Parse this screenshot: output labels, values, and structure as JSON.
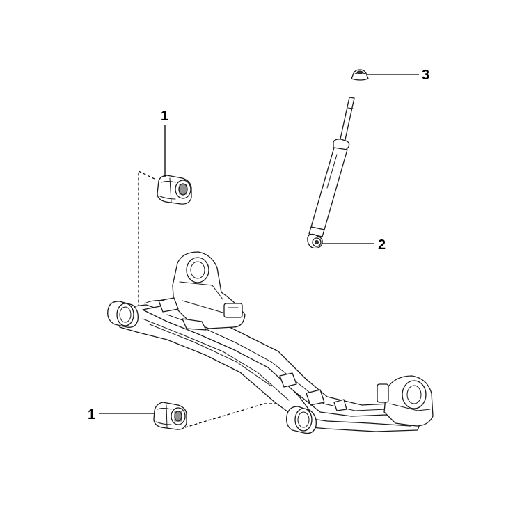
{
  "callouts": [
    {
      "id": "bushing-top",
      "label": "1"
    },
    {
      "id": "bushing-bottom",
      "label": "1"
    },
    {
      "id": "shock-absorber",
      "label": "2"
    },
    {
      "id": "mount-cap",
      "label": "3"
    }
  ]
}
